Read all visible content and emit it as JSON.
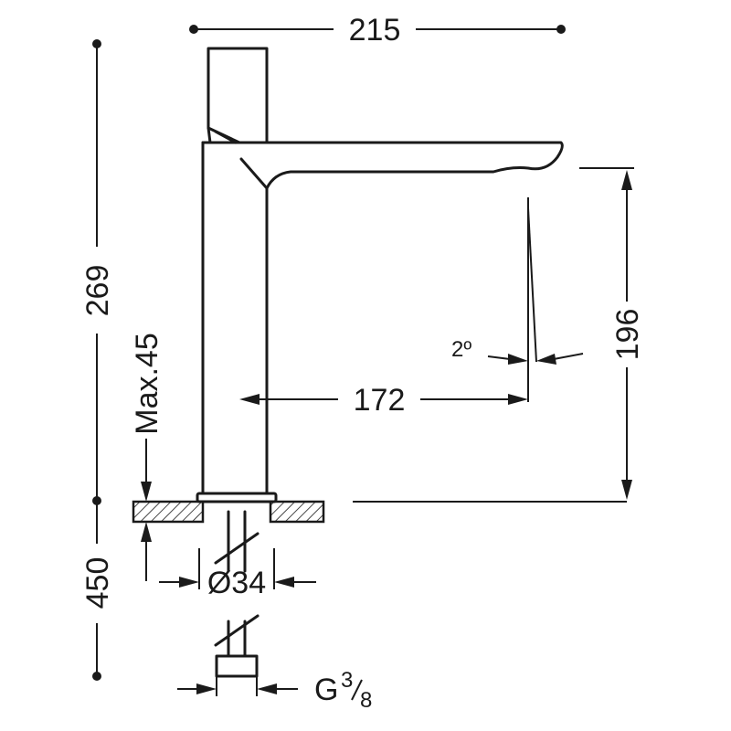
{
  "dimensions": {
    "overall_width": "215",
    "total_height": "269",
    "spout_height": "196",
    "spout_reach": "172",
    "angle": "2º",
    "max_thickness": "Max.45",
    "base_diameter": "Ø34",
    "hose_length": "450",
    "thread": "G",
    "thread_num": "3",
    "thread_den": "8"
  }
}
